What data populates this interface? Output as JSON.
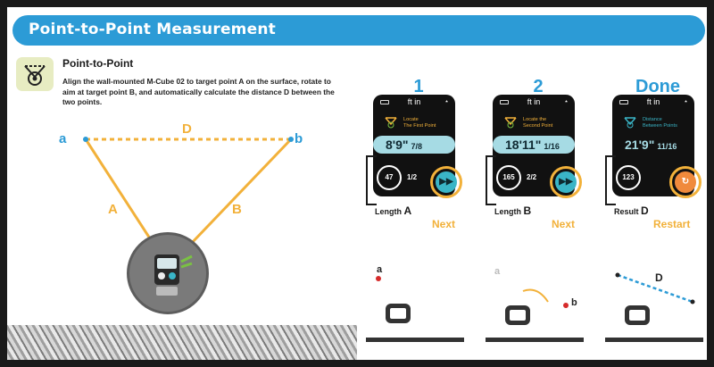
{
  "banner": {
    "title": "Point-to-Point Measurement"
  },
  "intro": {
    "heading": "Point-to-Point",
    "text": "Align the wall-mounted M-Cube 02 to target point A on the surface, rotate to aim at target point B, and automatically calculate the distance D between the two points."
  },
  "diagram": {
    "point_a": "a",
    "point_b": "b",
    "distance": "D",
    "edge_a": "A",
    "edge_b": "B"
  },
  "steps": [
    {
      "title": "1",
      "unit": "ft in",
      "prompt_line1": "Locate",
      "prompt_line2": "The First Point",
      "value": "8'9\"",
      "fraction": "7/8",
      "angle": "47",
      "page": "1/2",
      "caption_text": "Length",
      "caption_letter": "A",
      "action_label": "Next",
      "mini_label": "a"
    },
    {
      "title": "2",
      "unit": "ft in",
      "prompt_line1": "Locate the",
      "prompt_line2": "Second Point",
      "value": "18'11\"",
      "fraction": "1/16",
      "angle": "165",
      "page": "2/2",
      "caption_text": "Length",
      "caption_letter": "B",
      "action_label": "Next",
      "mini_label_a": "a",
      "mini_label_b": "b"
    },
    {
      "title": "Done",
      "unit": "ft in",
      "prompt_line1": "Distance",
      "prompt_line2": "Between Points",
      "value": "21'9\"",
      "fraction": "11/16",
      "angle": "123",
      "page": "",
      "caption_text": "Result",
      "caption_letter": "D",
      "action_label": "Restart",
      "mini_label": "D"
    }
  ],
  "icons": {
    "battery": "battery-icon",
    "bluetooth": "bluetooth-icon",
    "next": "next-icon",
    "restart": "restart-icon"
  },
  "colors": {
    "brand_blue": "#2c9bd6",
    "accent_orange": "#f2b13a",
    "screen_cyan": "#a6dbe4"
  }
}
